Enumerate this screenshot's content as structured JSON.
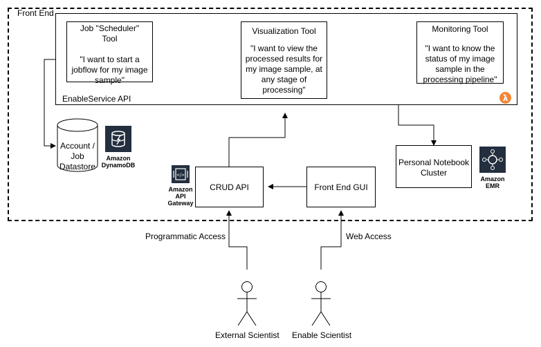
{
  "frontend": {
    "label": "Front End"
  },
  "api": {
    "label": "EnableService API"
  },
  "tools": [
    {
      "title": "Job \"Scheduler\"\nTool",
      "quote": "\"I want to start a jobflow for my image sample\""
    },
    {
      "title": "Visualization Tool",
      "quote": "\"I want to view the processed results for my image sample, at any stage of processing\""
    },
    {
      "title": "Monitoring Tool",
      "quote": "\"I want to know the status of my image sample in the processing pipeline\""
    }
  ],
  "datastore": {
    "label": "Account /\nJob\nDatastore"
  },
  "dynamo": {
    "caption": "Amazon\nDynamoDB"
  },
  "apigw": {
    "caption": "Amazon\nAPI\nGateway"
  },
  "crud": {
    "label": "CRUD API"
  },
  "gui": {
    "label": "Front End GUI"
  },
  "notebook": {
    "label": "Personal Notebook\nCluster"
  },
  "emr": {
    "caption": "Amazon\nEMR"
  },
  "access": {
    "programmatic": "Programmatic Access",
    "web": "Web Access"
  },
  "actors": [
    {
      "name": "External Scientist"
    },
    {
      "name": "Enable Scientist"
    }
  ],
  "colors": {
    "lambda": "#F58536",
    "aws_dark": "#232F3E"
  }
}
